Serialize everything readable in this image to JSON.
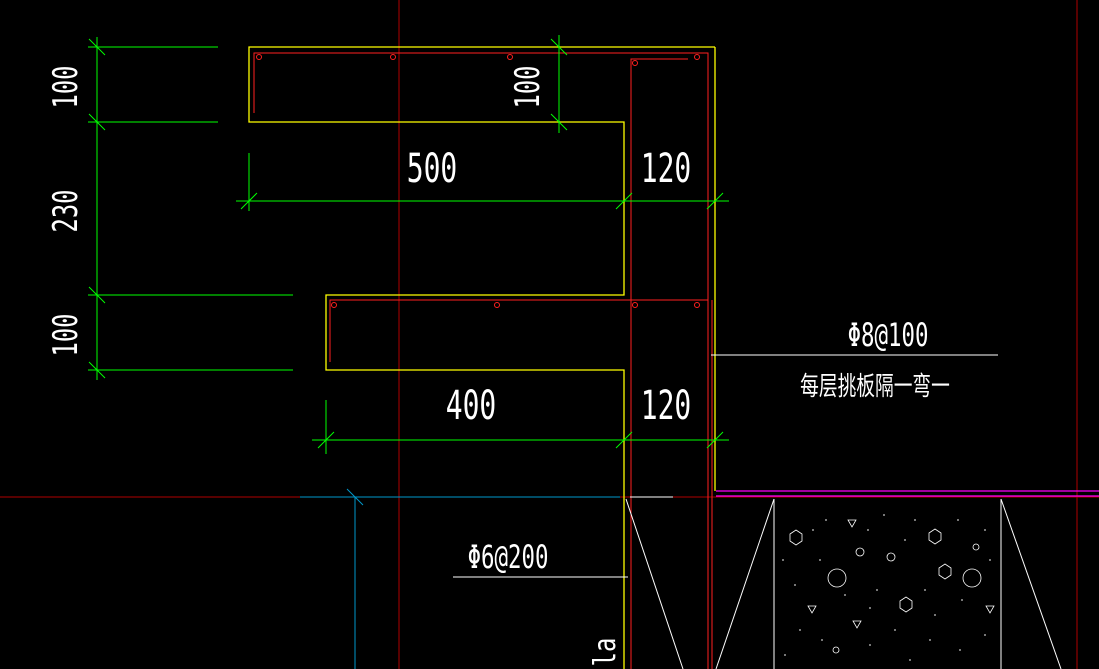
{
  "dimensions": {
    "left_top": "100",
    "left_mid": "230",
    "left_bottom": "100",
    "top_slab_thickness": "100",
    "top_slab_length": "500",
    "top_wall": "120",
    "bottom_slab_length": "400",
    "bottom_wall": "120"
  },
  "annotations": {
    "upper_rebar": "Φ8@100",
    "upper_note": "每层挑板隔一弯一",
    "lower_rebar": "Φ6@200",
    "anchor_label": "la"
  },
  "colors": {
    "background": "#000000",
    "dimension": "#00ff00",
    "outline": "#ffff00",
    "rebar": "#ff0000",
    "axis": "#c00000",
    "text": "#ffffff",
    "cyan": "#0099cc",
    "magenta": "#ff00ff"
  }
}
